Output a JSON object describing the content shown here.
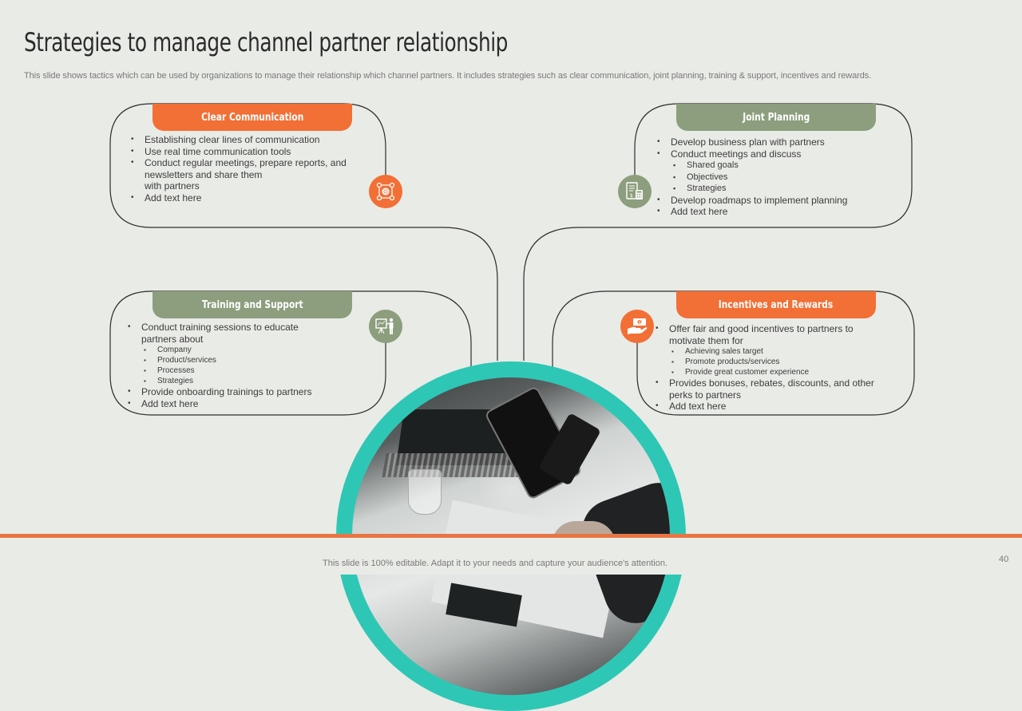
{
  "slide": {
    "title": "Strategies to manage channel partner relationship",
    "subtitle": "This slide shows tactics which can be used by organizations to manage their relationship which channel partners. It includes strategies such as clear communication, joint planning, training & support, incentives and rewards.",
    "footer": "This slide is 100% editable. Adapt it to your needs and capture your audience's attention.",
    "page_number": "40"
  },
  "colors": {
    "orange": "#f26f35",
    "green": "#8c9e7d",
    "teal": "#2ec7b5",
    "footer_bar": "#e87544",
    "background": "#e9ebe6"
  },
  "cards": {
    "clear_communication": {
      "heading": "Clear Communication",
      "icon": "network-gear-icon",
      "bullets": [
        "Establishing clear lines of communication",
        "Use real time communication tools",
        "Conduct regular meetings, prepare reports, and",
        "newsletters and share them",
        "with partners",
        "Add text here"
      ]
    },
    "joint_planning": {
      "heading": "Joint Planning",
      "icon": "planning-document-calculator-icon",
      "bullets": [
        "Develop business plan with partners",
        "Conduct meetings and discuss",
        "Shared goals",
        "Objectives",
        "Strategies",
        "Develop roadmaps to implement planning",
        "Add text here"
      ]
    },
    "training_support": {
      "heading": "Training and Support",
      "icon": "presenter-whiteboard-icon",
      "bullets": [
        "Conduct training sessions to educate",
        "partners about",
        "Company",
        "Product/services",
        "Processes",
        "Strategies",
        "Provide onboarding trainings to partners",
        "Add text here"
      ]
    },
    "incentives_rewards": {
      "heading": "Incentives and Rewards",
      "icon": "money-in-hand-icon",
      "bullets": [
        "Offer fair and good incentives to partners to",
        "motivate them for",
        "Achieving sales target",
        "Promote products/services",
        "Provide great customer experience",
        "Provides bonuses, rebates, discounts, and other",
        "perks to partners",
        "Add text here"
      ]
    }
  },
  "image": {
    "description": "business-people-analyzing-charts-on-phone-photo"
  }
}
